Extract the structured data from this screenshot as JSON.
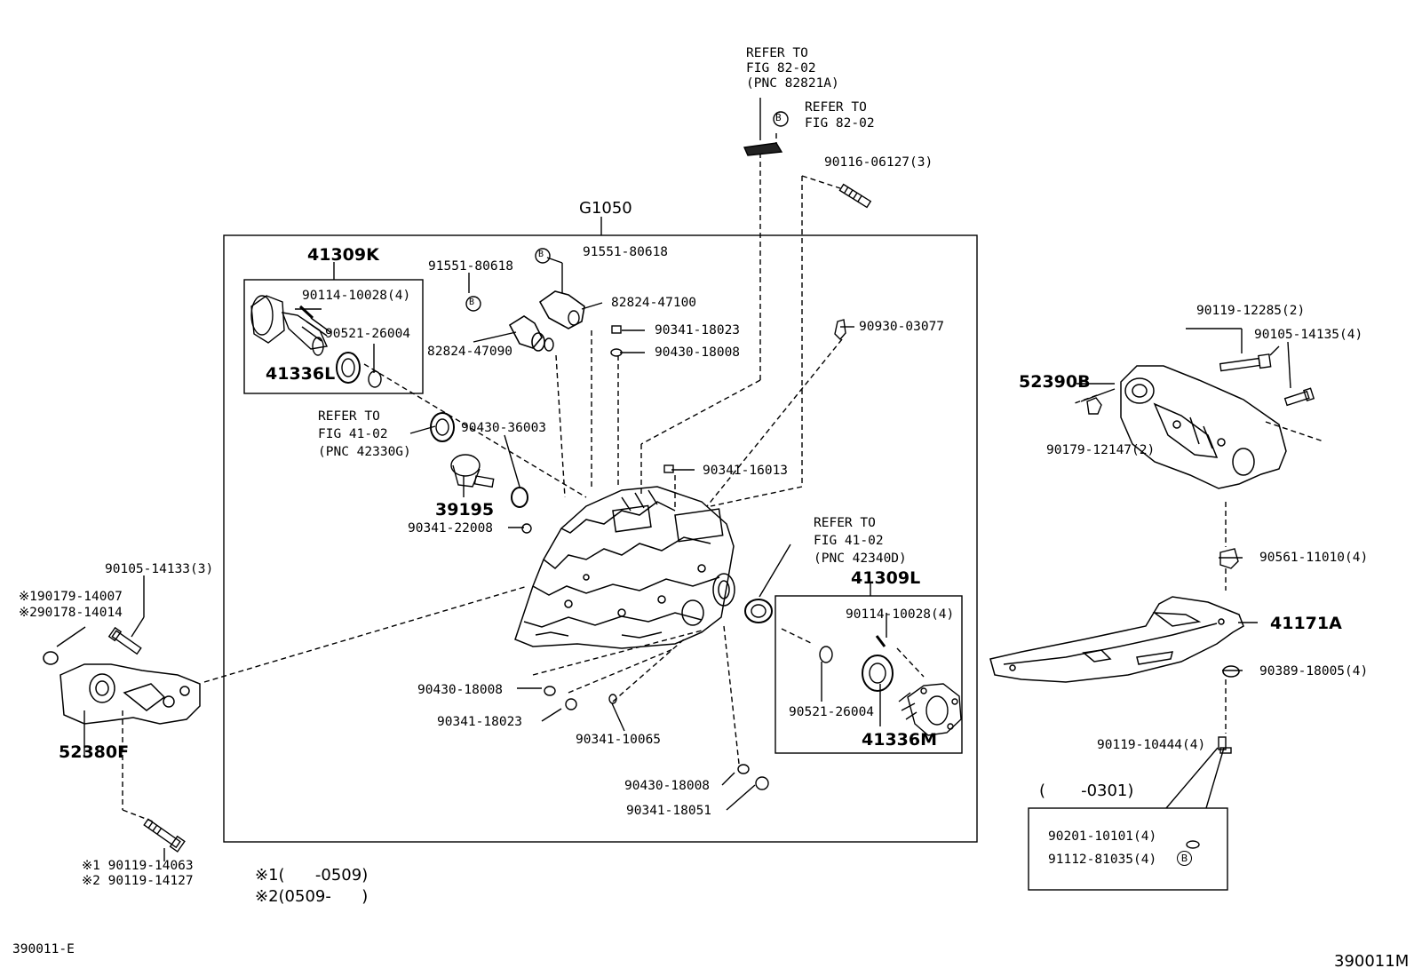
{
  "labels": {
    "refer_8202_a_l1": "REFER TO",
    "refer_8202_a_l2": "FIG 82-02",
    "refer_8202_a_l3": "(PNC 82821A)",
    "refer_8202_b_l1": "REFER TO",
    "refer_8202_b_l2": "FIG 82-02",
    "p90116": "90116-06127(3)",
    "g1050": "G1050",
    "p41309k": "41309K",
    "p91551_a": "91551-80618",
    "p91551_b": "91551-80618",
    "p90114_k": "90114-10028(4)",
    "p82824_47100": "82824-47100",
    "p90521_k": "90521-26004",
    "p82824_47090": "82824-47090",
    "p90341_18023_top": "90341-18023",
    "p90930": "90930-03077",
    "p90430_18008_top": "90430-18008",
    "p41336l": "41336L",
    "refer_4102_g_l1": "REFER TO",
    "refer_4102_g_l2": "FIG 41-02",
    "refer_4102_g_l3": "(PNC 42330G)",
    "p90430_36003": "90430-36003",
    "p90341_16013": "90341-16013",
    "p39195": "39195",
    "p90341_22008": "90341-22008",
    "refer_4102_d_l1": "REFER TO",
    "refer_4102_d_l2": "FIG 41-02",
    "refer_4102_d_l3": "(PNC 42340D)",
    "p41309l": "41309L",
    "p90114_l": "90114-10028(4)",
    "p90521_l": "90521-26004",
    "p41336m": "41336M",
    "p90430_18008_mid": "90430-18008",
    "p90341_18023_mid": "90341-18023",
    "p90341_10065": "90341-10065",
    "p90430_18008_bot": "90430-18008",
    "p90341_18051": "90341-18051",
    "p90105_14133": "90105-14133(3)",
    "p90179_14007": "※190179-14007",
    "p90178_14014": "※290178-14014",
    "p52380f": "52380F",
    "p90119_14063": "※1 90119-14063",
    "p90119_14127": "※2 90119-14127",
    "note1": "※1(      -0509)",
    "note2": "※2(0509-      )",
    "p90119_12285": "90119-12285(2)",
    "p90105_14135": "90105-14135(4)",
    "p52390b": "52390B",
    "p90179_12147": "90179-12147(2)",
    "p90561": "90561-11010(4)",
    "p41171a": "41171A",
    "p90389": "90389-18005(4)",
    "p90119_10444": "90119-10444(4)",
    "range_0301": "(       -0301)",
    "p90201": "90201-10101(4)",
    "p91112": "91112-81035(4)",
    "circle_b": "B",
    "footer_left": "390011-E",
    "footer_right": "390011M"
  }
}
